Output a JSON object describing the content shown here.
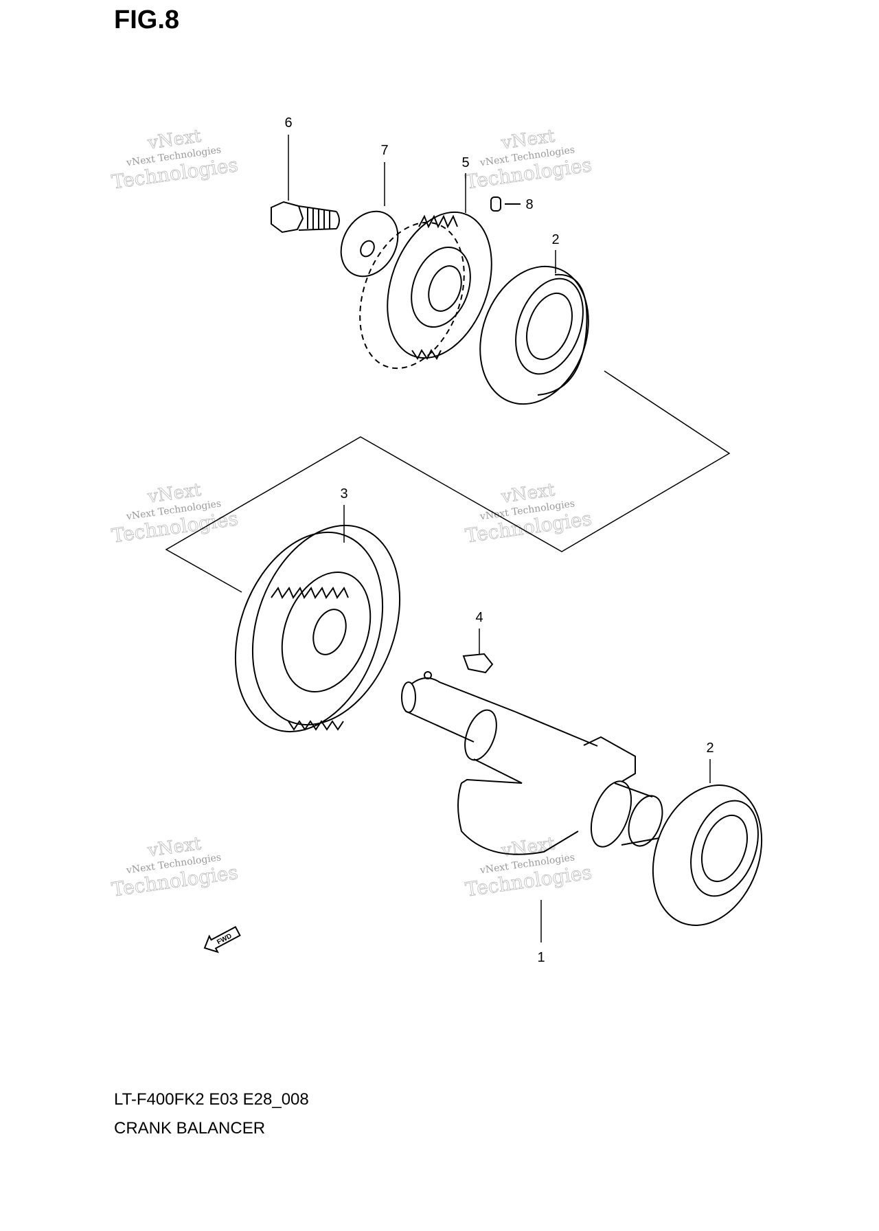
{
  "figure": {
    "title": "FIG.8"
  },
  "caption": {
    "model_code": "LT-F400FK2 E03 E28_008",
    "name": "CRANK BALANCER"
  },
  "callouts": [
    "6",
    "7",
    "5",
    "8",
    "2",
    "3",
    "4",
    "2",
    "1"
  ],
  "watermark": {
    "line1": "vNext Technologies",
    "big_line1": "vNext",
    "big_line2": "Technologies"
  },
  "fwd_label": "FWD"
}
